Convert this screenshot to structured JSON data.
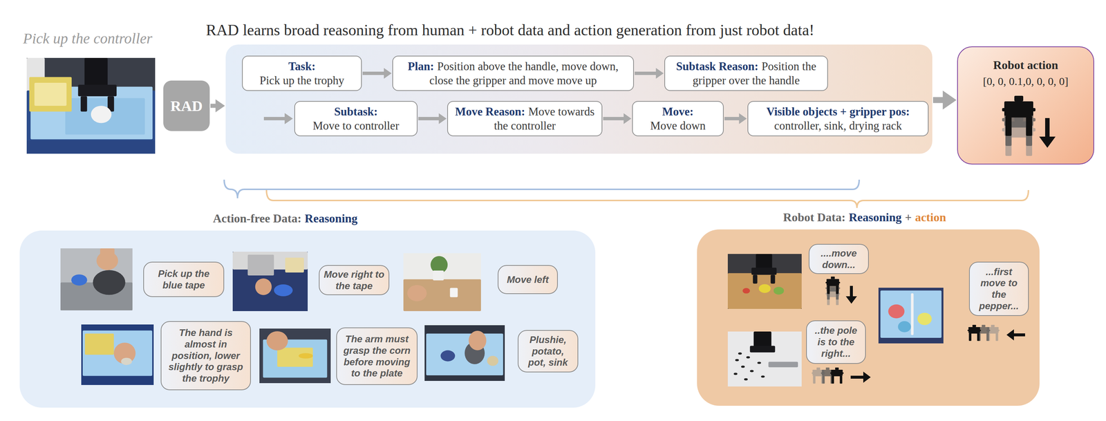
{
  "diagram": {
    "nodes": [
      {
        "text": [
          "RAD"
        ]
      },
      {
        "text": [
          "RAD learns broad reasoning from human + robot data and action generation from just robot data!"
        ]
      },
      {
        "text": [
          "Task:",
          "Pick up the trophy"
        ],
        "in": 1
      },
      {
        "text": [
          "Plan:",
          "Position above the handle, move down, close the gripper and move move up"
        ],
        "in": 1
      },
      {
        "text": [
          "Subtask Reason:",
          "Position the gripper over the handle"
        ],
        "in": 1
      },
      {
        "text": [
          "Subtask:",
          "Move to controller"
        ],
        "in": 1
      },
      {
        "text": [
          "Move Reason:",
          "Move towards the controller"
        ],
        "in": 1
      },
      {
        "text": [
          "Move:",
          "Move down"
        ],
        "in": 1
      },
      {
        "text": [
          "Visible objects + gripper pos:",
          "controller, sink, drying rack"
        ],
        "in": 1
      },
      {
        "text": [
          "Robot action",
          "[0, 0, 0.1,0, 0, 0, 0]"
        ]
      },
      {
        "text": [
          "Action-free Data:",
          "Reasoning"
        ]
      },
      {
        "text": [
          "Pick up the blue tape"
        ],
        "in": 10
      },
      {
        "text": [
          "Move right to the tape"
        ],
        "in": 10
      },
      {
        "text": [
          "Move left"
        ],
        "in": 10
      },
      {
        "text": [
          "The hand is almost in position, lower slightly to grasp the trophy"
        ],
        "in": 10
      },
      {
        "text": [
          "The arm must grasp the corn before moving to the plate"
        ],
        "in": 10
      },
      {
        "text": [
          "Plushie, potato, pot, sink"
        ],
        "in": 10
      },
      {
        "text": [
          "Robot Data:",
          "Reasoning",
          "+",
          "action"
        ]
      },
      {
        "text": [
          "....move down..."
        ],
        "in": 17
      },
      {
        "text": [
          "...first move to the pepper..."
        ],
        "in": 17
      },
      {
        "text": [
          "..the pole is to the right..."
        ],
        "in": 17
      }
    ],
    "edges": [
      {
        "from": 0,
        "to": 1,
        "arrow": "to"
      },
      {
        "from": 2,
        "to": 3,
        "arrow": "to"
      },
      {
        "from": 3,
        "to": 4,
        "arrow": "to"
      },
      {
        "from": 5,
        "to": 6,
        "arrow": "to"
      },
      {
        "from": 6,
        "to": 7,
        "arrow": "to"
      },
      {
        "from": 7,
        "to": 8,
        "arrow": "to"
      },
      {
        "from": 1,
        "to": 9,
        "arrow": "to"
      }
    ],
    "labels": [
      "Pick up the controller"
    ]
  }
}
